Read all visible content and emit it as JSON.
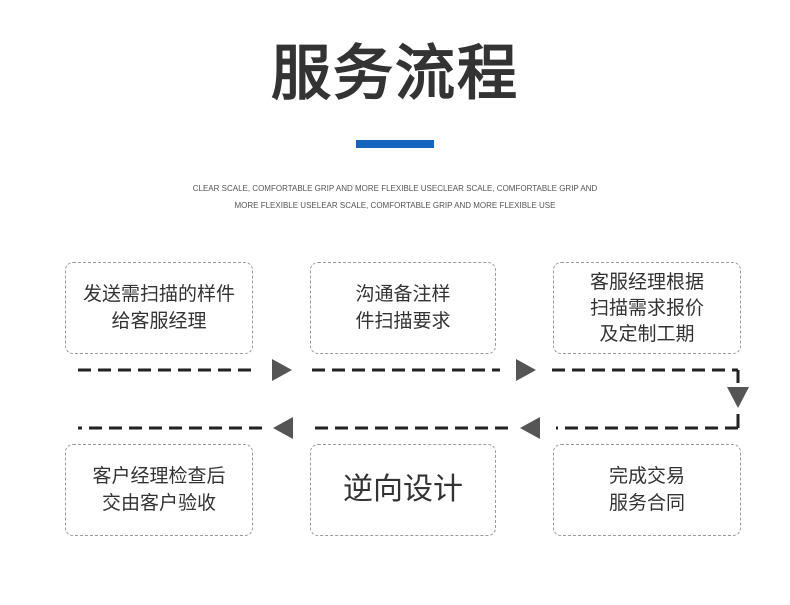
{
  "header": {
    "title": "服务流程",
    "subtitle": "CLEAR SCALE, COMFORTABLE GRIP AND MORE FLEXIBLE USECLEAR SCALE, COMFORTABLE GRIP AND MORE FLEXIBLE USELEAR SCALE, COMFORTABLE GRIP AND MORE FLEXIBLE USE"
  },
  "colors": {
    "accent": "#1565c0",
    "text": "#333333",
    "connector": "#222222",
    "arrow": "#555555",
    "border": "#9a9a9a"
  },
  "steps": [
    {
      "label": "发送需扫描的样件\n给客服经理"
    },
    {
      "label": "沟通备注样\n件扫描要求"
    },
    {
      "label": "客服经理根据\n扫描需求报价\n及定制工期"
    },
    {
      "label": "完成交易\n服务合同"
    },
    {
      "label": "逆向设计"
    },
    {
      "label": "客户经理检查后\n交由客户验收"
    }
  ]
}
